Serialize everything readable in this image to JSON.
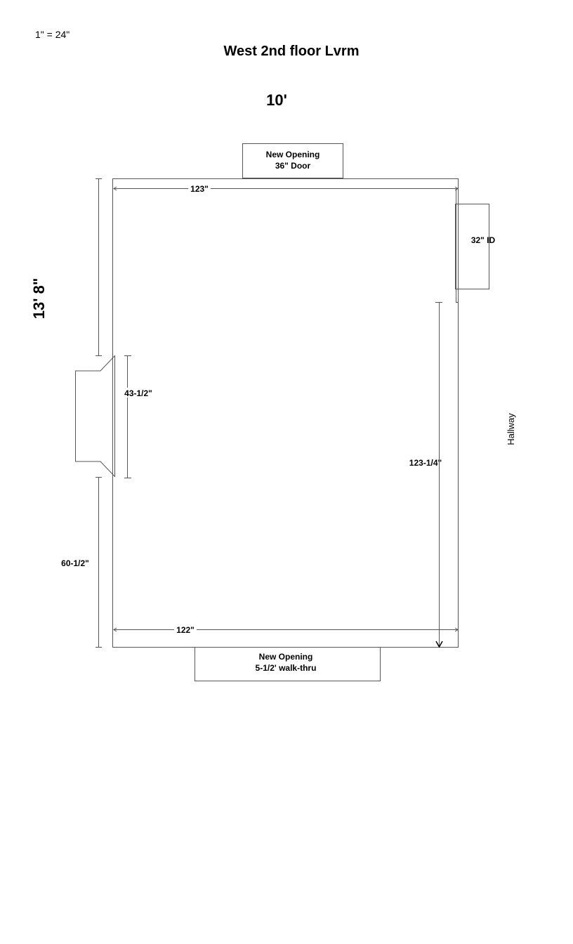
{
  "scale_note": "1\" = 24\"",
  "title": "West 2nd floor Lvrm",
  "width_label": "10'",
  "length_label": "13' 8\"",
  "top_opening": {
    "line1": "New Opening",
    "line2": "36\" Door"
  },
  "bottom_opening": {
    "line1": "New Opening",
    "line2": "5-1/2' walk-thru"
  },
  "side_door": "32\" ID",
  "hallway": "Hallway",
  "dimensions": {
    "top": "123\"",
    "bottom": "122\"",
    "right": "123-1/4\"",
    "window": "43-1/2\"",
    "left_lower": "60-1/2\""
  }
}
